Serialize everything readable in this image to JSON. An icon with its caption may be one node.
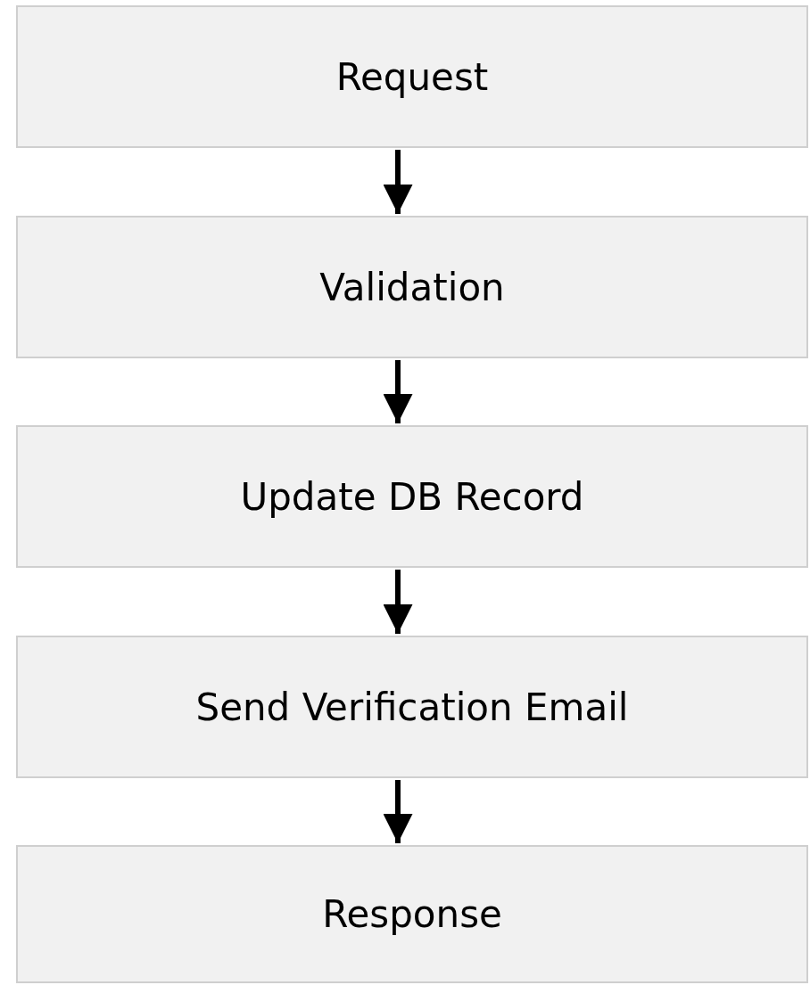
{
  "diagram": {
    "nodes": [
      {
        "text": [
          "Request"
        ]
      },
      {
        "text": [
          "Validation"
        ]
      },
      {
        "text": [
          "Update DB Record"
        ]
      },
      {
        "text": [
          "Send Verification Email"
        ]
      },
      {
        "text": [
          "Response"
        ]
      }
    ],
    "edges": [
      {
        "from": 0,
        "to": 1,
        "arrow": "to"
      },
      {
        "from": 1,
        "to": 2,
        "arrow": "to"
      },
      {
        "from": 2,
        "to": 3,
        "arrow": "to"
      },
      {
        "from": 3,
        "to": 4,
        "arrow": "to"
      }
    ]
  }
}
